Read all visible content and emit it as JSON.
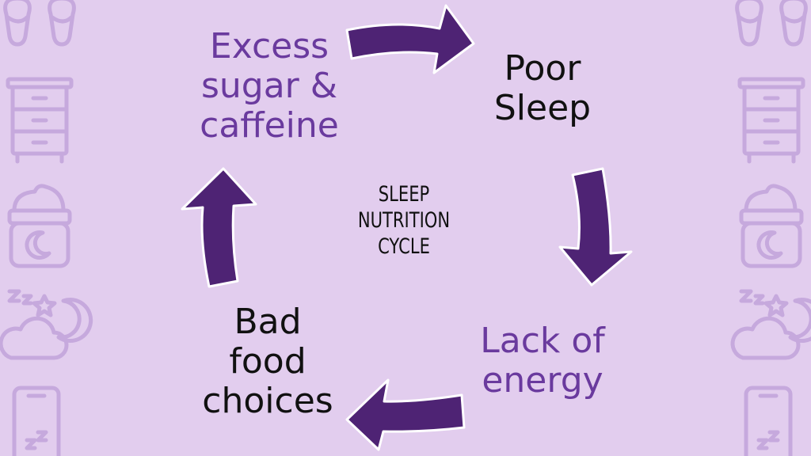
{
  "colors": {
    "background": "#e2cdee",
    "arrow": "#4e2374",
    "arrow_outline": "#ffffff",
    "accent_text": "#6a3a9e",
    "dark_text": "#111111",
    "icon_stroke": "#c6a9dd"
  },
  "diagram": {
    "center_title": "SLEEP\nNUTRITION\nCYCLE",
    "nodes": [
      {
        "label": "Excess\nsugar &\ncaffeine",
        "color": "#6a3a9e"
      },
      {
        "label": "Poor\nSleep",
        "color": "#111111"
      },
      {
        "label": "Lack of\nenergy",
        "color": "#6a3a9e"
      },
      {
        "label": "Bad\nfood\nchoices",
        "color": "#111111"
      }
    ]
  },
  "decorations": {
    "left_icons": [
      "slippers-icon",
      "nightstand-icon",
      "night-cream-jar-icon",
      "sleeping-cloud-moon-icon",
      "phone-sleep-icon"
    ],
    "right_icons": [
      "slippers-icon",
      "nightstand-icon",
      "night-cream-jar-icon",
      "sleeping-cloud-moon-icon",
      "phone-sleep-icon"
    ]
  }
}
